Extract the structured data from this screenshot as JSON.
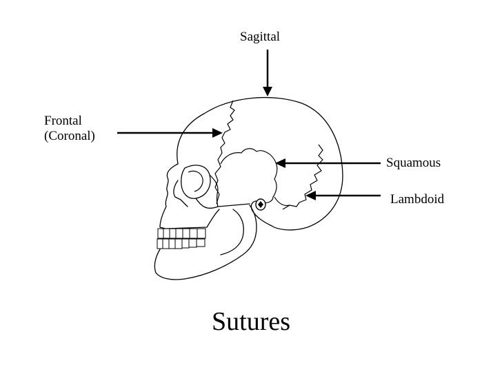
{
  "title": "Sutures",
  "labels": {
    "sagittal": "Sagittal",
    "frontal_line1": "Frontal",
    "frontal_line2": "(Coronal)",
    "squamous": "Squamous",
    "lambdoid": "Lambdoid"
  },
  "colors": {
    "line": "#000000",
    "background": "#ffffff"
  }
}
